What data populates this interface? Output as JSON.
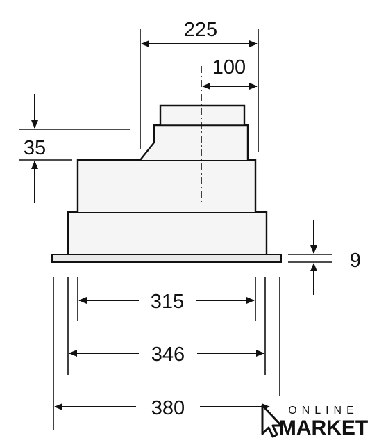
{
  "dimensions": {
    "total_height": "225",
    "outlet_offset": "100",
    "top_section_height": "35",
    "flange_thickness": "9",
    "inner_width": "315",
    "body_width": "346",
    "overall_width": "380"
  },
  "logo": {
    "line1": "ONLINE",
    "line2": "MARKET",
    "icon": "cursor-arrow-icon"
  }
}
